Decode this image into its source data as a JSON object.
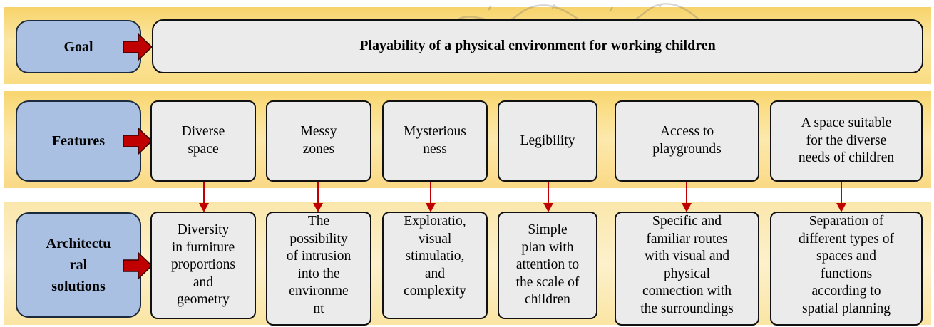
{
  "rows": {
    "goal": {
      "label": "Goal",
      "text": "Playability of a physical environment for working children"
    },
    "features": {
      "label": "Features",
      "items": [
        "Diverse\nspace",
        "Messy\nzones",
        "Mysterious\nness",
        "Legibility",
        "Access to\nplaygrounds",
        "A space suitable\nfor the diverse\nneeds of children"
      ]
    },
    "architectural": {
      "label": "Architectu\nral\nsolutions",
      "items": [
        "Diversity\nin furniture\nproportions\nand\ngeometry",
        "The\npossibility\nof intrusion\ninto the\nenvironme\nnt",
        "Exploratio,\nvisual\nstimulatio,\nand\ncomplexity",
        "Simple\nplan with\nattention to\nthe scale of\nchildren",
        "Specific and\nfamiliar routes\nwith visual and\nphysical\nconnection with\nthe surroundings",
        "Separation of\ndifferent types of\nspaces and\nfunctions\naccording to\nspatial planning"
      ]
    }
  },
  "colors": {
    "label_fill": "#a9c0e3",
    "box_fill": "#ebebeb",
    "arrow_red": "#c00000",
    "band_yellow": "#f9dc82"
  }
}
